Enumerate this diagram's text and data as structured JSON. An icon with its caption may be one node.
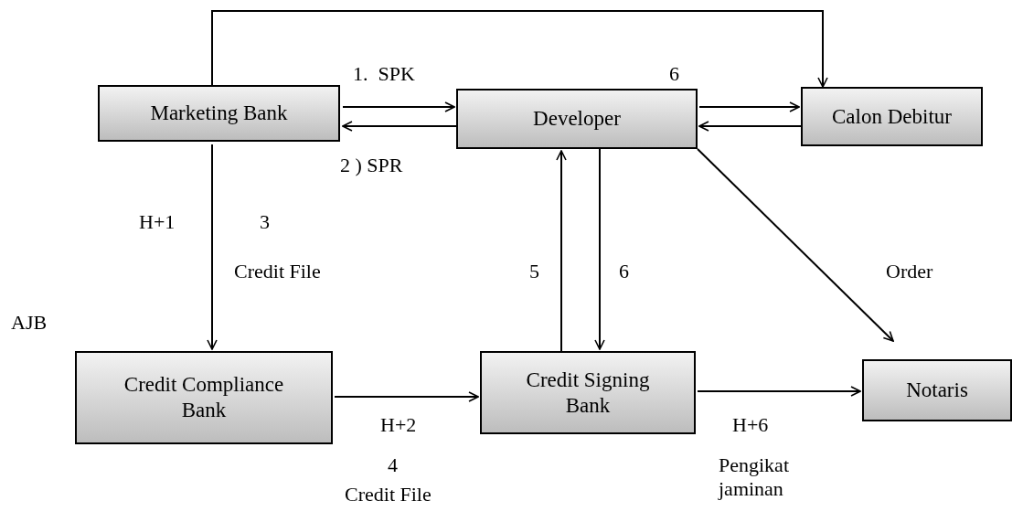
{
  "diagram": {
    "nodes": [
      {
        "text": [
          "Marketing Bank"
        ]
      },
      {
        "text": [
          "Developer"
        ]
      },
      {
        "text": [
          "Calon Debitur"
        ]
      },
      {
        "text": [
          "Credit Compliance Bank"
        ]
      },
      {
        "text": [
          "Credit Signing Bank"
        ]
      },
      {
        "text": [
          "Notaris"
        ]
      }
    ],
    "edges": [
      {
        "from": 0,
        "to": 2,
        "arrow": "to"
      },
      {
        "from": 0,
        "to": 1,
        "arrow": "to"
      },
      {
        "from": 1,
        "to": 0,
        "arrow": "to"
      },
      {
        "from": 1,
        "to": 2,
        "arrow": "to"
      },
      {
        "from": 2,
        "to": 1,
        "arrow": "to"
      },
      {
        "from": 0,
        "to": 3,
        "arrow": "to"
      },
      {
        "from": 4,
        "to": 1,
        "arrow": "to"
      },
      {
        "from": 1,
        "to": 4,
        "arrow": "to"
      },
      {
        "from": 1,
        "to": 5,
        "arrow": "to"
      },
      {
        "from": 3,
        "to": 4,
        "arrow": "to"
      },
      {
        "from": 4,
        "to": 5,
        "arrow": "to"
      }
    ],
    "labels": [
      "1.  SPK",
      "6",
      "2 ) SPR",
      "H+1",
      "3",
      "Credit File",
      "5",
      "6",
      "Order",
      "AJB",
      "H+2",
      "H+6",
      "4",
      "Pengikat jaminan",
      "Credit File"
    ]
  }
}
